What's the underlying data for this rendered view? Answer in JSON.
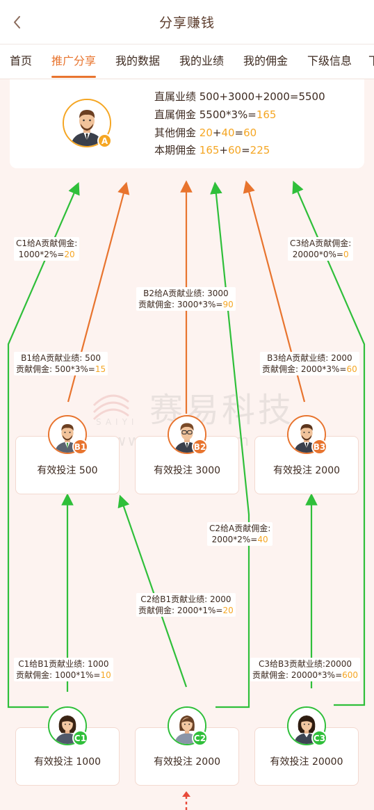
{
  "header": {
    "title": "分享赚钱"
  },
  "tabs": [
    {
      "label": "首页"
    },
    {
      "label": "推广分享"
    },
    {
      "label": "我的数据"
    },
    {
      "label": "我的业绩"
    },
    {
      "label": "我的佣金"
    },
    {
      "label": "下级信息"
    },
    {
      "label": "下"
    }
  ],
  "summary": {
    "badge": "A",
    "line1": "直属业绩 500+3000+2000=5500",
    "line2_prefix": "直属佣金 5500*3%=",
    "line2_value": "165",
    "line3_prefix": "其他佣金 ",
    "line3_a": "20",
    "line3_plus": "+",
    "line3_b": "40",
    "line3_eq": "=",
    "line3_c": "60",
    "line4_prefix": "本期佣金 ",
    "line4_a": "165",
    "line4_plus": "+",
    "line4_b": "60",
    "line4_eq": "=",
    "line4_c": "225"
  },
  "level_b": [
    {
      "badge": "B1",
      "text": "有效投注 500"
    },
    {
      "badge": "B2",
      "text": "有效投注 3000"
    },
    {
      "badge": "B3",
      "text": "有效投注 2000"
    }
  ],
  "level_c": [
    {
      "badge": "C1",
      "text": "有效投注 1000"
    },
    {
      "badge": "C2",
      "text": "有效投注 2000"
    },
    {
      "badge": "C3",
      "text": "有效投注 20000"
    }
  ],
  "labels": {
    "c1a_l1": "C1给A贡献佣金:",
    "c1a_l2": "1000*2%=",
    "c1a_v": "20",
    "b1a_l1": "B1给A贡献业绩: 500",
    "b1a_l2": "贡献佣金: 500*3%=",
    "b1a_v": "15",
    "b2a_l1": "B2给A贡献业绩: 3000",
    "b2a_l2": "贡献佣金: 3000*3%=",
    "b2a_v": "90",
    "b3a_l1": "B3给A贡献业绩: 2000",
    "b3a_l2": "贡献佣金: 2000*3%=",
    "b3a_v": "60",
    "c3a_l1": "C3给A贡献佣金:",
    "c3a_l2": "20000*0%=",
    "c3a_v": "0",
    "c2a_l1": "C2给A贡献佣金:",
    "c2a_l2": "2000*2%=",
    "c2a_v": "40",
    "c2b1_l1": "C2给B1贡献业绩: 2000",
    "c2b1_l2": "贡献佣金: 2000*1%=",
    "c2b1_v": "20",
    "c1b1_l1": "C1给B1贡献业绩: 1000",
    "c1b1_l2": "贡献佣金: 1000*1%=",
    "c1b1_v": "10",
    "c3b3_l1": "C3给B3贡献业绩:20000",
    "c3b3_l2": "贡献佣金: 20000*3%=",
    "c3b3_v": "600"
  },
  "watermark": {
    "cn": "赛易科技",
    "en": "SAIYI",
    "url": "www.saiyin.com"
  },
  "colors": {
    "accent": "#e8742e",
    "highlight": "#f5a623",
    "green": "#2fbf3a",
    "orange": "#e8742e"
  }
}
